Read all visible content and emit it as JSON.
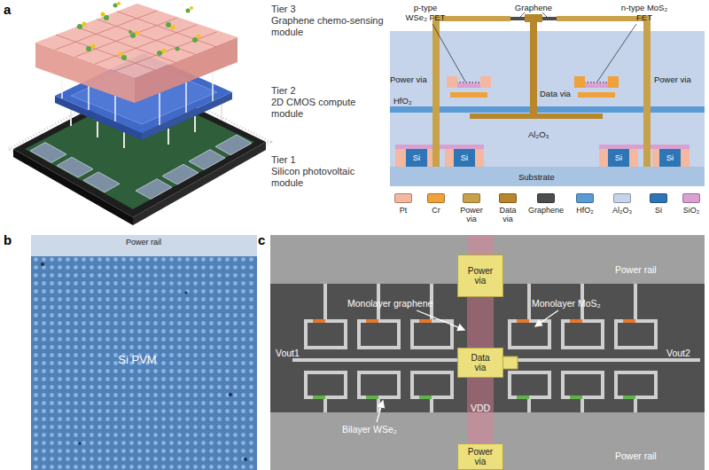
{
  "diagram": {
    "nodes": [
      {
        "text": [
          "Power via"
        ]
      },
      {
        "text": [
          "Data via"
        ]
      },
      {
        "text": [
          "Power via"
        ]
      }
    ],
    "labels": [
      "a",
      "Tier 3",
      "Graphene chemo-sensing module",
      "Tier 2",
      "2D CMOS compute module",
      "Tier 1",
      "Silicon photovoltaic module",
      "p-type WSe₂ FET",
      "Graphene",
      "n-type MoS₂ FET",
      "Power via",
      "Power via",
      "HfO₂",
      "Data via",
      "Al₂O₃",
      "Si",
      "Si",
      "Si",
      "Si",
      "Substrate",
      "b",
      "Power rail",
      "Si PVM",
      "c",
      "Monolayer graphene",
      "Monolayer MoS₂",
      "Power rail",
      "Vout1",
      "Vout2",
      "VDD",
      "Bilayer WSe₂",
      "Power rail"
    ],
    "legend": [
      {
        "text": "Pt",
        "color": "#f4b8a0"
      },
      {
        "text": "Cr",
        "color": "#f0a23a"
      },
      {
        "text": "Power via",
        "color": "#c8a24a"
      },
      {
        "text": "Data via",
        "color": "#b8862b"
      },
      {
        "text": "Graphene",
        "color": "#4d4d4d"
      },
      {
        "text": "HfO₂",
        "color": "#5b9bd5"
      },
      {
        "text": "Al₂O₃",
        "color": "#c5d4ea"
      },
      {
        "text": "Si",
        "color": "#2e75b6"
      },
      {
        "text": "SiO₂",
        "color": "#d9a1d1"
      }
    ]
  }
}
